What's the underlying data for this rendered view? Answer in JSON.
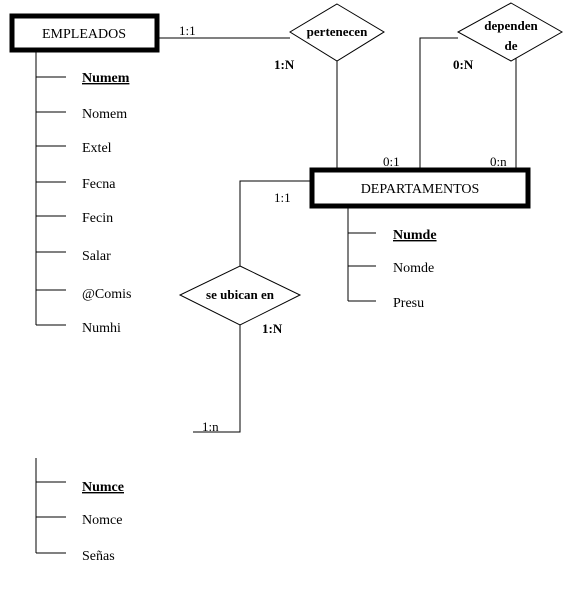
{
  "entities": {
    "empleados": "EMPLEADOS",
    "departamentos": "DEPARTAMENTOS"
  },
  "relationships": {
    "pertenecen": "pertenecen",
    "dependen_line1": "dependen",
    "dependen_line2": "de",
    "se_ubican_en": "se ubican en"
  },
  "empleados_attributes": {
    "key": "Numem",
    "others": [
      "Nomem",
      "Extel",
      "Fecna",
      "Fecin",
      "Salar",
      "@Comis",
      "Numhi"
    ]
  },
  "departamentos_attributes": {
    "key": "Numde",
    "others": [
      "Nomde",
      "Presu"
    ]
  },
  "centros_attributes": {
    "key": "Numce",
    "others": [
      "Nomce",
      "Señas"
    ]
  },
  "cardinalities": {
    "empleados_pertenecen": "1:1",
    "pertenecen_n": "1:N",
    "dependen_n": "0:N",
    "dept_left": "0:1",
    "dept_right": "0:n",
    "ubican_one": "1:1",
    "ubican_n": "1:N",
    "centros_n": "1:n"
  }
}
